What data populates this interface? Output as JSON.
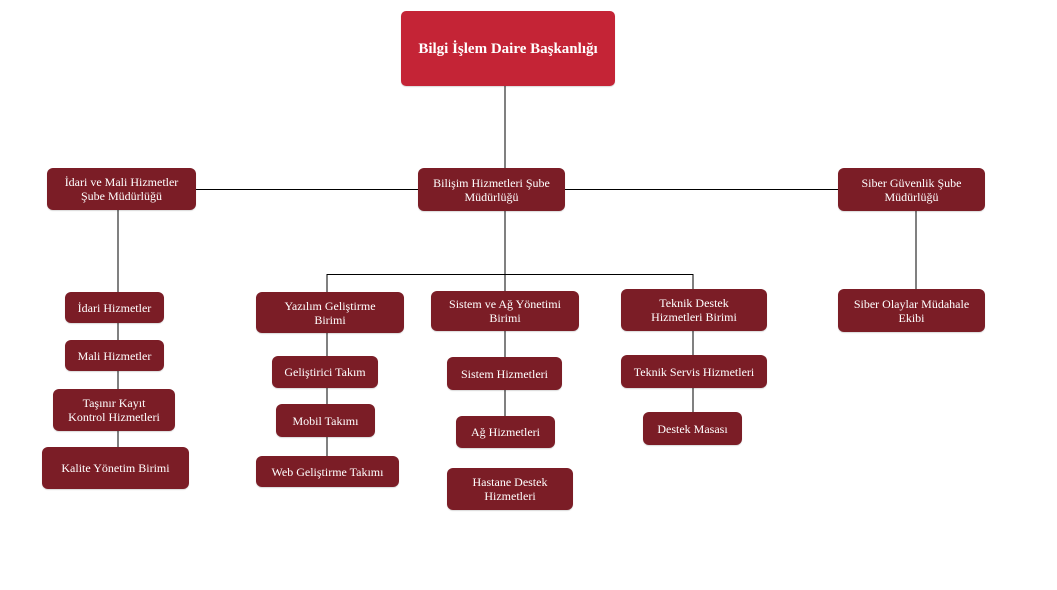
{
  "root": "Bilgi İşlem Daire Başkanlığı",
  "branches": {
    "idari": {
      "title": "İdari ve Mali Hizmetler Şube Müdürlüğü",
      "units": [
        "İdari Hizmetler",
        "Mali Hizmetler",
        "Taşınır Kayıt Kontrol Hizmetleri",
        "Kalite Yönetim Birimi"
      ]
    },
    "bilisim": {
      "title": "Bilişim Hizmetleri Şube Müdürlüğü",
      "departments": [
        {
          "title": "Yazılım Geliştirme Birimi",
          "units": [
            "Geliştirici Takım",
            "Mobil Takımı",
            "Web Geliştirme Takımı"
          ]
        },
        {
          "title": "Sistem ve Ağ Yönetimi Birimi",
          "units": [
            "Sistem Hizmetleri",
            "Ağ Hizmetleri",
            "Hastane Destek Hizmetleri"
          ]
        },
        {
          "title": "Teknik Destek Hizmetleri Birimi",
          "units": [
            "Teknik Servis Hizmetleri",
            "Destek Masası"
          ]
        }
      ]
    },
    "siber": {
      "title": "Siber Güvenlik Şube Müdürlüğü",
      "units": [
        "Siber Olaylar Müdahale Ekibi"
      ]
    }
  },
  "colors": {
    "root_fill": "#c42436",
    "node_fill": "#7b1d26",
    "connector": "#000000",
    "text": "#ffffff"
  }
}
